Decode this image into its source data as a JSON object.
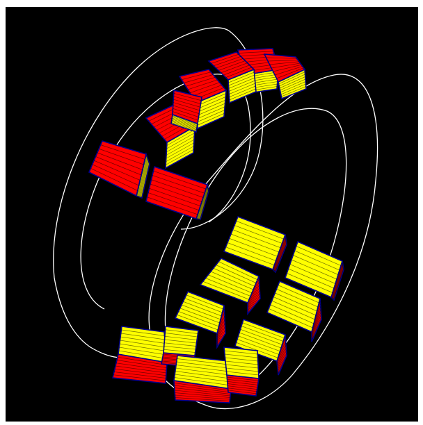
{
  "viewer": {
    "background": "#000000",
    "frame": "#ffffff",
    "outline_color": "#ffffff",
    "module_colors": {
      "front": "#ff0000",
      "side": "#ffff00",
      "edge": "#00008b",
      "line": "#000000"
    }
  },
  "modules": [
    {
      "id": "m01",
      "front": "red"
    },
    {
      "id": "m02",
      "front": "red"
    },
    {
      "id": "m03",
      "front": "red"
    },
    {
      "id": "m04",
      "front": "red"
    },
    {
      "id": "m05",
      "front": "red"
    },
    {
      "id": "m06",
      "front": "red"
    },
    {
      "id": "m07",
      "front": "red"
    },
    {
      "id": "m08",
      "front": "red"
    },
    {
      "id": "m09",
      "front": "yellow"
    },
    {
      "id": "m10",
      "front": "yellow"
    },
    {
      "id": "m11",
      "front": "yellow"
    },
    {
      "id": "m12",
      "front": "yellow"
    },
    {
      "id": "m13",
      "front": "yellow"
    },
    {
      "id": "m14",
      "front": "yellow"
    },
    {
      "id": "m15",
      "front": "yellow"
    },
    {
      "id": "m16",
      "front": "yellow"
    },
    {
      "id": "m17",
      "front": "yellow"
    },
    {
      "id": "m18",
      "front": "yellow"
    }
  ]
}
